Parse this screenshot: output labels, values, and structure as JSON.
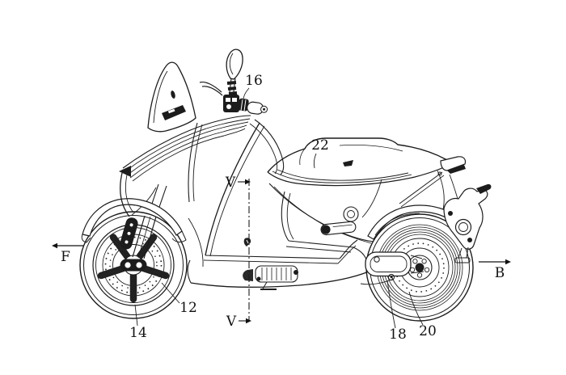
{
  "figure": {
    "description": "Patent-style side elevation line drawing of an electric scooter",
    "ink_color": "#1c1c1c",
    "background_color": "#ffffff"
  },
  "labels": {
    "ref16": "16",
    "ref22": "22",
    "ref12": "12",
    "ref14": "14",
    "ref18": "18",
    "ref20": "20",
    "section_top": "V",
    "section_bottom": "V",
    "front": "F",
    "back": "B"
  }
}
